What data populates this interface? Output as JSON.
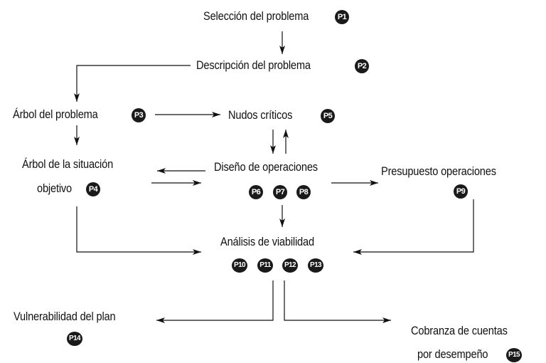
{
  "nodes": {
    "p1": "Selección del problema",
    "p2": "Descripción del problema",
    "p3": "Árbol del problema",
    "p5": "Nudos críticos",
    "p4_line1": "Árbol de la situación",
    "p4_line2": "objetivo",
    "design": "Diseño de operaciones",
    "budget": "Presupuesto operaciones",
    "viability": "Análisis de viabilidad",
    "vulnerability": "Vulnerabilidad del plan",
    "collection_line1": "Cobranza de cuentas",
    "collection_line2": "por desempeño"
  },
  "badges": {
    "p1": "P1",
    "p2": "P2",
    "p3": "P3",
    "p4": "P4",
    "p5": "P5",
    "p6": "P6",
    "p7": "P7",
    "p8": "P8",
    "p9": "P9",
    "p10": "P10",
    "p11": "P11",
    "p12": "P12",
    "p13": "P13",
    "p14": "P14",
    "p15": "P15"
  },
  "colors": {
    "ink": "#111111",
    "badge_fill": "#1a1a1a",
    "badge_text": "#ffffff"
  }
}
